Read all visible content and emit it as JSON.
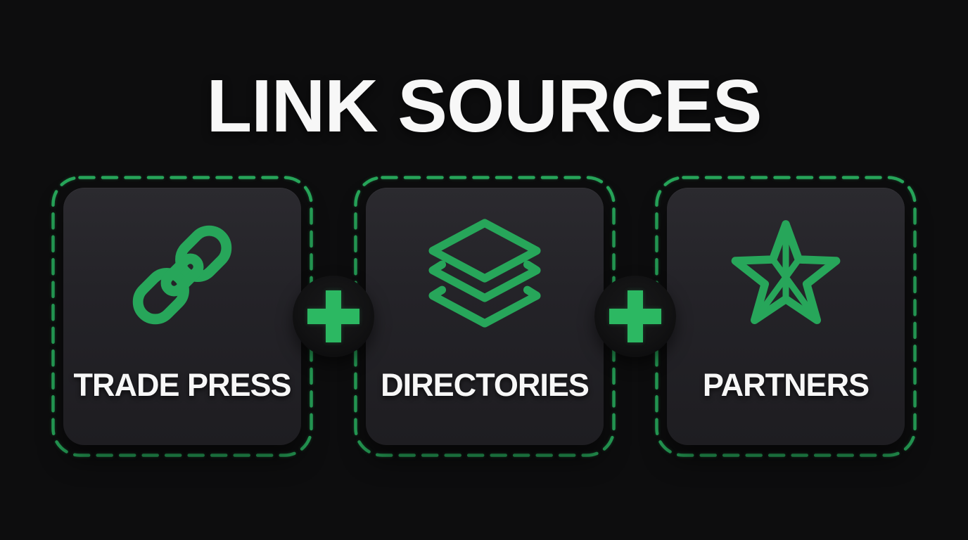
{
  "title": "LINK SOURCES",
  "colors": {
    "background": "#0d0d0e",
    "card": "#242328",
    "accent": "#27a65a",
    "plus": "#2cb862",
    "text": "#f7f7f7"
  },
  "cards": [
    {
      "label": "TRADE PRESS",
      "icon": "chain-link-icon"
    },
    {
      "label": "DIRECTORIES",
      "icon": "layers-icon"
    },
    {
      "label": "PARTNERS",
      "icon": "star-icon"
    }
  ],
  "separators": [
    {
      "symbol": "+"
    },
    {
      "symbol": "+"
    }
  ]
}
